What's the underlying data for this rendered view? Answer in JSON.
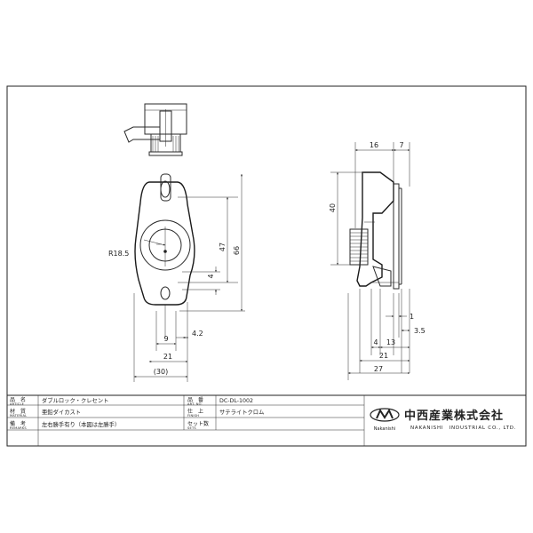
{
  "dimensions": {
    "front": {
      "d47": "47",
      "d66": "66",
      "d4": "4",
      "r18_5": "R18.5",
      "d9": "9",
      "d4_2": "4.2",
      "d21": "21",
      "d30": "(30)"
    },
    "side": {
      "d16": "16",
      "d7": "7",
      "d40": "40",
      "d1": "1",
      "d3_5": "3.5",
      "d4": "4",
      "d13": "13",
      "d21": "21",
      "d27": "27"
    }
  },
  "title_block": {
    "hinmei": {
      "jp": "品　名",
      "en": "ARTICLE",
      "value": "ダブルロック・クレセント"
    },
    "zaishitsu": {
      "jp": "材　質",
      "en": "MATERIAL",
      "value": "亜鉛ダイカスト"
    },
    "biko": {
      "jp": "備　考",
      "en": "REMARKS",
      "value": "左右勝手有り（本図は左勝手）"
    },
    "hinban": {
      "jp": "品　番",
      "en": "ART. NO.",
      "value": "DC-DL-1002"
    },
    "shiage": {
      "jp": "仕　上",
      "en": "FINISH",
      "value": "サテライトクロム"
    },
    "setto": {
      "jp": "セット数",
      "en": "SETS",
      "value": ""
    }
  },
  "company": {
    "name_jp": "中西産業株式会社",
    "name_en": "NAKANISHI　INDUSTRIAL CO., LTD.",
    "logo_caption": "Nakanishi"
  }
}
